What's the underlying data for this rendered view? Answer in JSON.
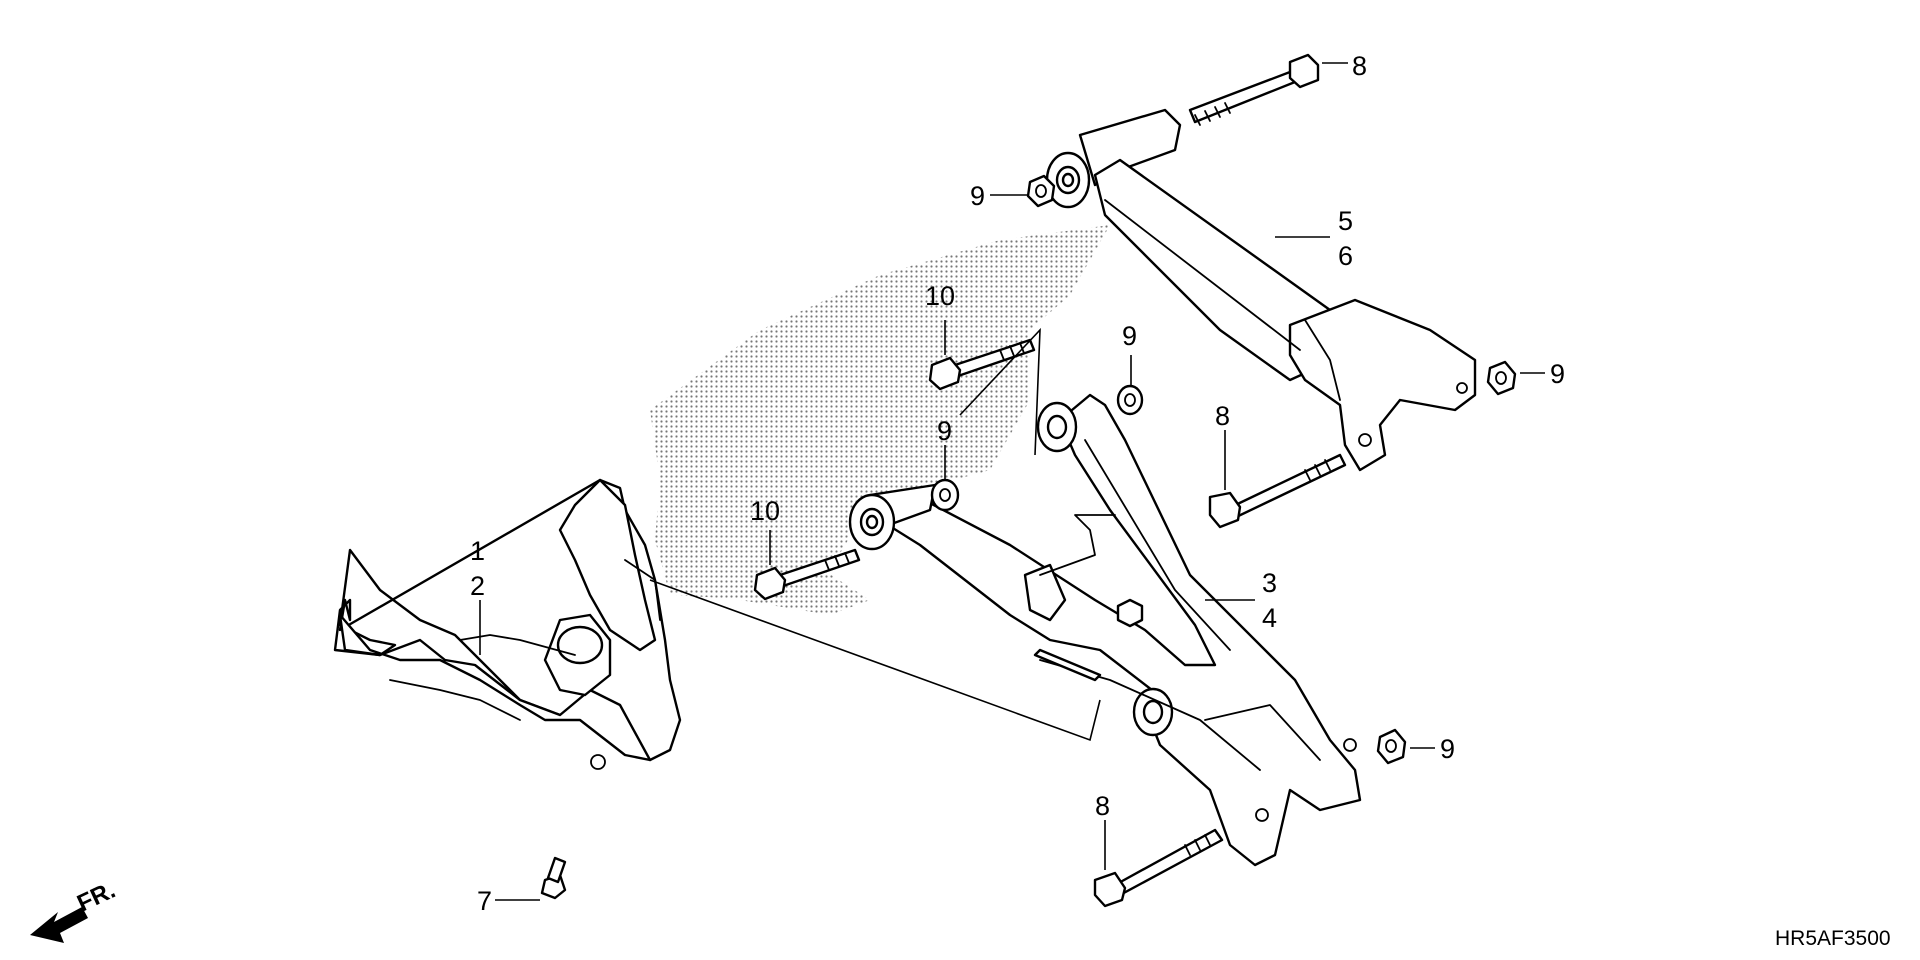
{
  "diagram": {
    "code": "HR5AF3500",
    "direction_label": "FR.",
    "callouts": [
      {
        "id": "c1",
        "text": "1"
      },
      {
        "id": "c2",
        "text": "2"
      },
      {
        "id": "c3",
        "text": "3"
      },
      {
        "id": "c4",
        "text": "4"
      },
      {
        "id": "c5",
        "text": "5"
      },
      {
        "id": "c6",
        "text": "6"
      },
      {
        "id": "c7",
        "text": "7"
      },
      {
        "id": "c8a",
        "text": "8"
      },
      {
        "id": "c8b",
        "text": "8"
      },
      {
        "id": "c8c",
        "text": "8"
      },
      {
        "id": "c9a",
        "text": "9"
      },
      {
        "id": "c9b",
        "text": "9"
      },
      {
        "id": "c9c",
        "text": "9"
      },
      {
        "id": "c9d",
        "text": "9"
      },
      {
        "id": "c9e",
        "text": "9"
      },
      {
        "id": "c10a",
        "text": "10"
      },
      {
        "id": "c10b",
        "text": "10"
      }
    ]
  }
}
